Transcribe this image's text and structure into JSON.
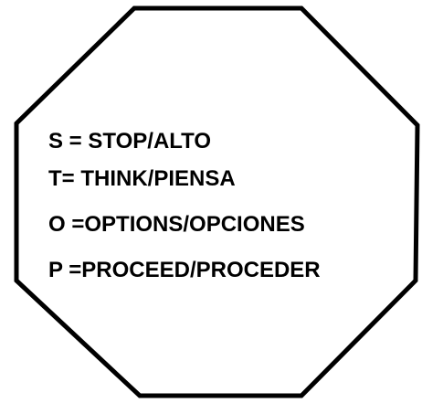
{
  "sign": {
    "shape": "octagon",
    "fill_color": "#ffffff",
    "stroke_color": "#000000",
    "lines": [
      "S = STOP/ALTO",
      "T= THINK/PIENSA",
      "O =OPTIONS/OPCIONES",
      "P =PROCEED/PROCEDER"
    ]
  }
}
